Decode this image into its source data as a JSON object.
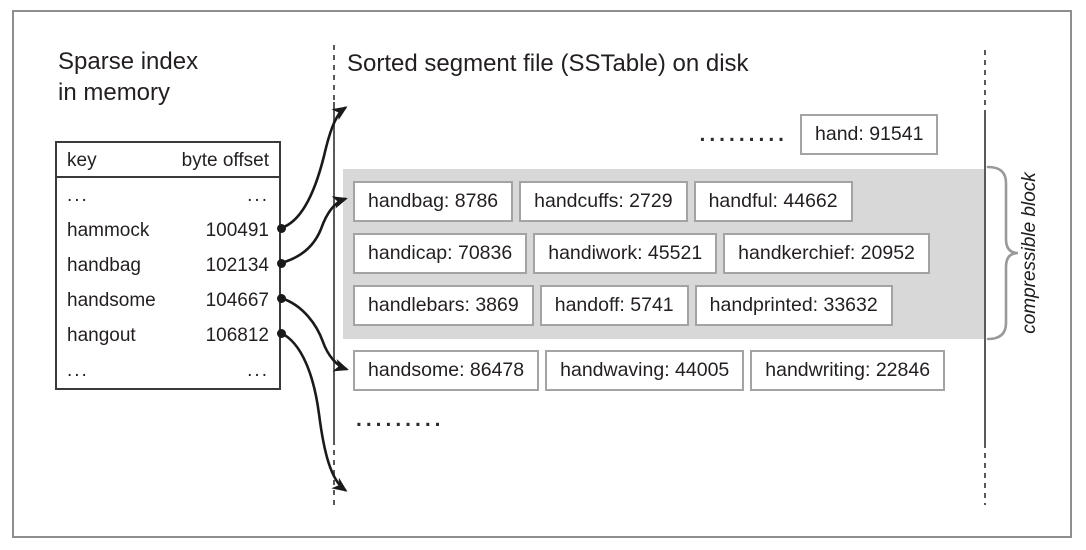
{
  "colors": {
    "text": "#231f20",
    "frame_border": "#8e8e8e",
    "table_border": "#3a3a3a",
    "box_border": "#a3a3a3",
    "block_fill": "#d8d8d8",
    "line": "#5a5a5a",
    "brace": "#9a9a9a"
  },
  "sparse_index": {
    "title_line1": "Sparse index",
    "title_line2": "in memory",
    "columns": {
      "key": "key",
      "offset": "byte offset"
    },
    "rows": [
      {
        "key": "...",
        "offset": "..."
      },
      {
        "key": "hammock",
        "offset": "100491"
      },
      {
        "key": "handbag",
        "offset": "102134"
      },
      {
        "key": "handsome",
        "offset": "104667"
      },
      {
        "key": "hangout",
        "offset": "106812"
      },
      {
        "key": "...",
        "offset": "..."
      }
    ]
  },
  "sstable": {
    "title": "Sorted segment file (SSTable) on disk",
    "ellipsis_top": ".........",
    "ellipsis_bottom": ".........",
    "top_entry": "hand: 91541",
    "block_rows": [
      [
        "handbag: 8786",
        "handcuffs: 2729",
        "handful: 44662"
      ],
      [
        "handicap: 70836",
        "handiwork: 45521",
        "handkerchief: 20952"
      ],
      [
        "handlebars: 3869",
        "handoff: 5741",
        "handprinted: 33632"
      ]
    ],
    "outside_row": [
      "handsome: 86478",
      "handwaving: 44005",
      "handwriting: 22846"
    ],
    "brace_label": "compressible block"
  }
}
